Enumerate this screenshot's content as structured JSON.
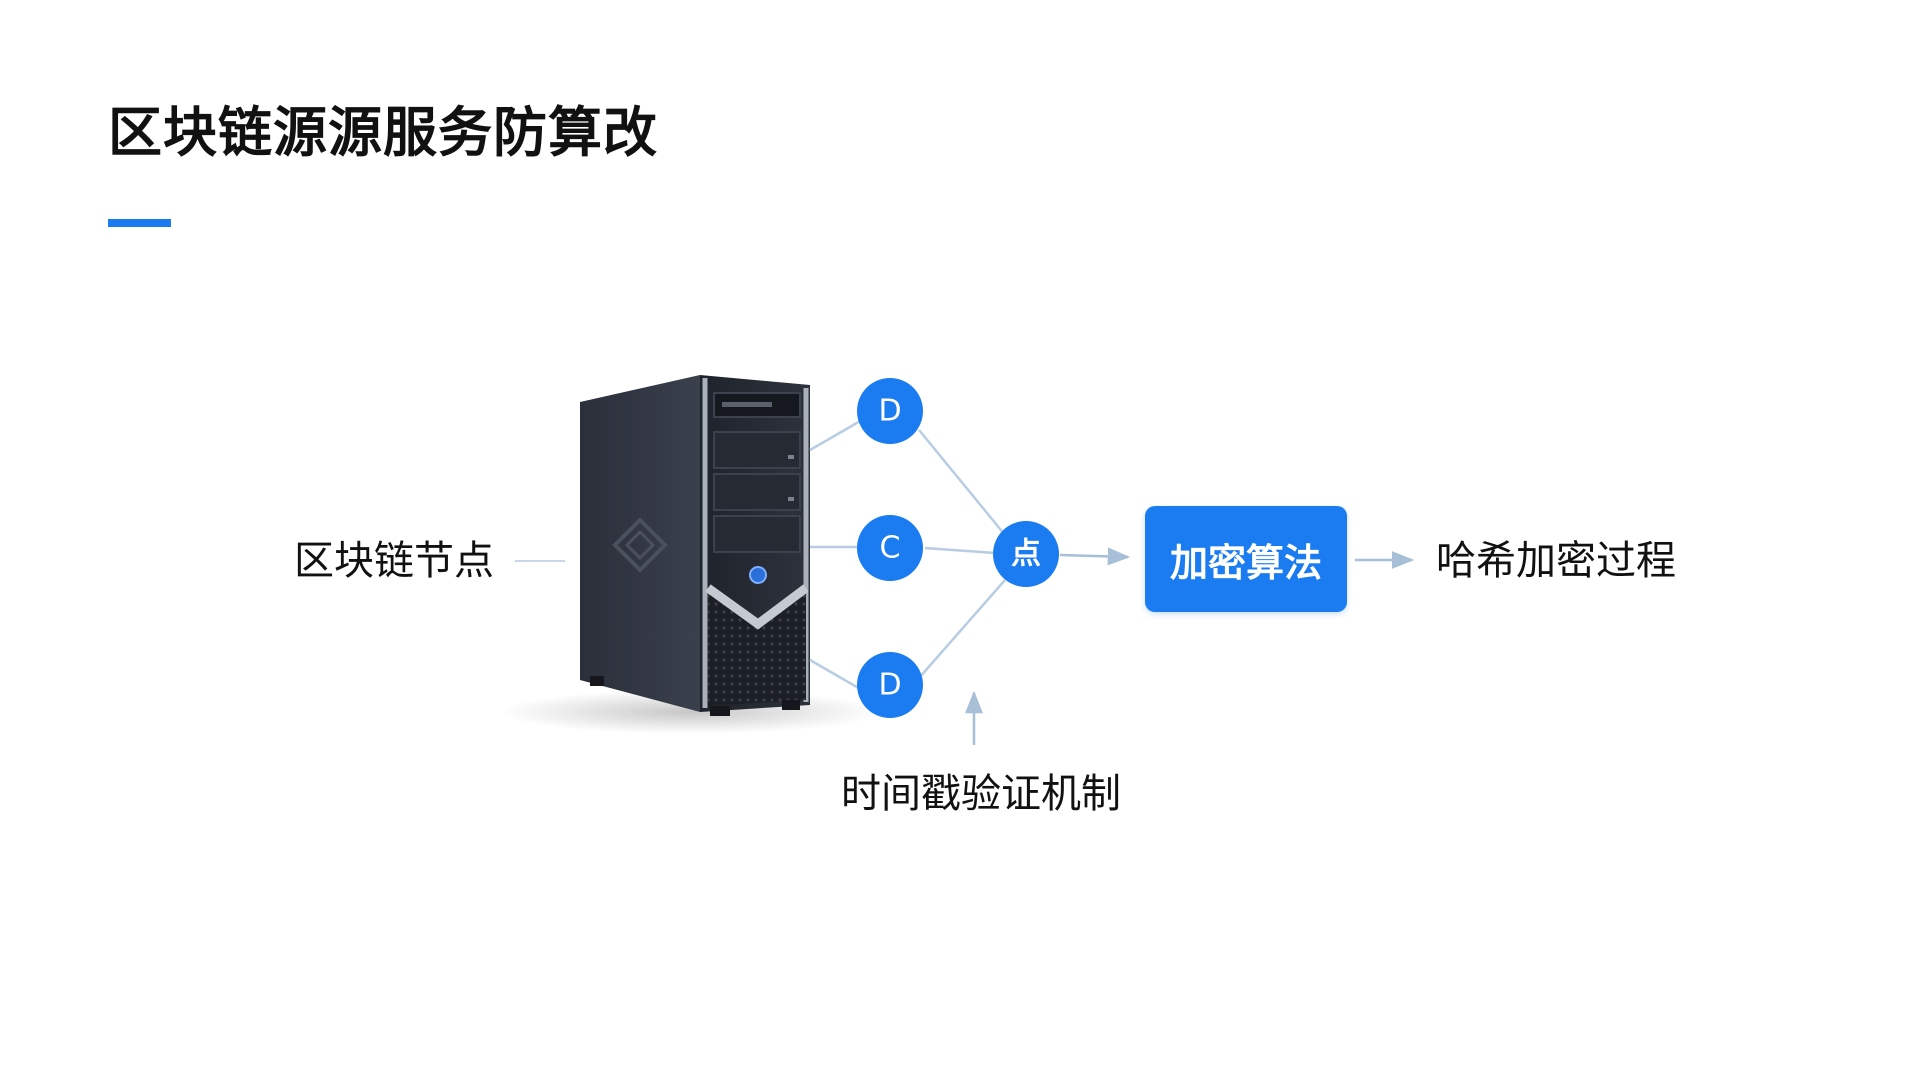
{
  "slide": {
    "title": "区块链源源服务防算改"
  },
  "diagram": {
    "node_label": "区块链节点",
    "input_circles": [
      {
        "glyph": "D"
      },
      {
        "glyph": "C"
      },
      {
        "glyph": "D"
      }
    ],
    "merge_circle": {
      "glyph": "点"
    },
    "process_box": "加密算法",
    "output_label": "哈希加密过程",
    "bottom_label": "时间戳验证机制",
    "server_icon": "server-tower-icon"
  },
  "colors": {
    "accent": "#1b7cf1",
    "connector": "#b8cde4",
    "title_text": "#111111"
  }
}
